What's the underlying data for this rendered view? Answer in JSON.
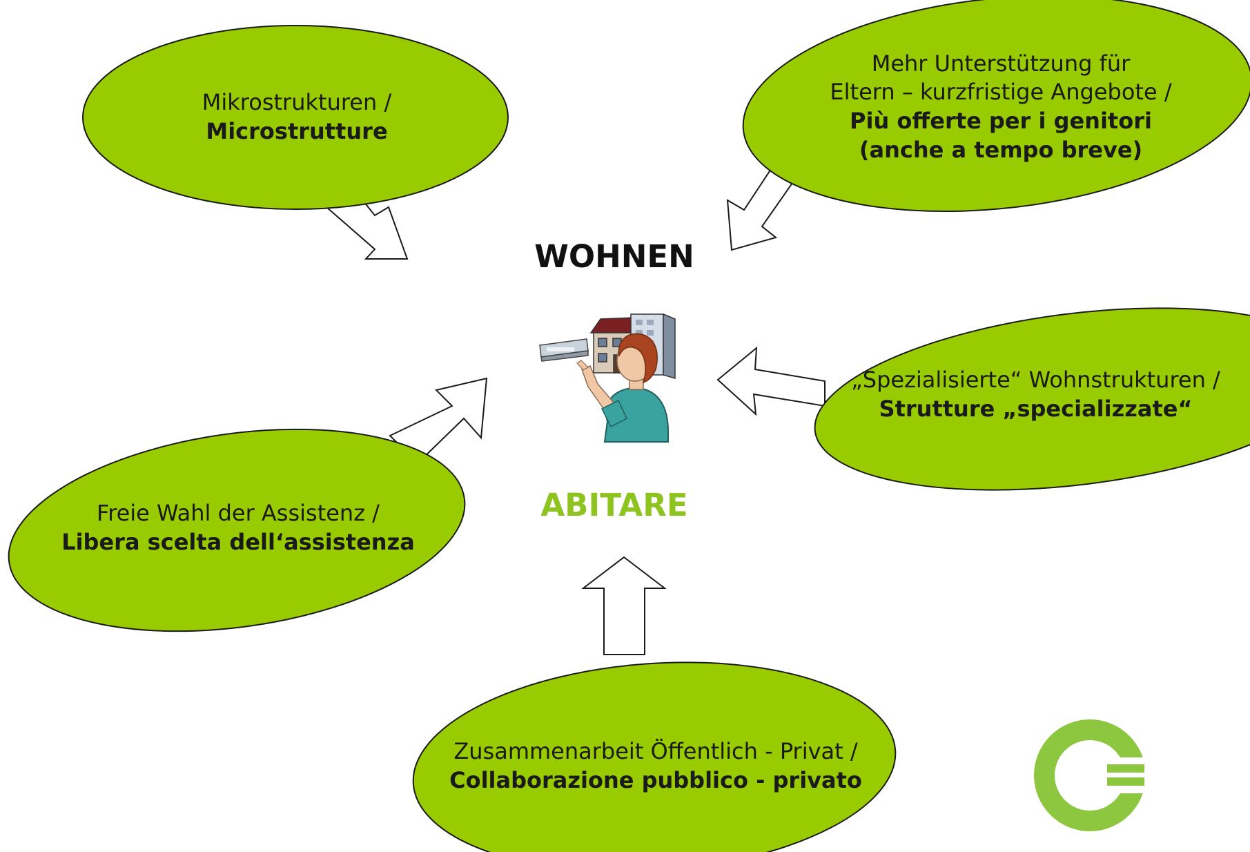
{
  "center": {
    "title_de": "WOHNEN",
    "title_it": "ABITARE",
    "illustration_icon": "person-pointing-at-buildings-icon"
  },
  "bubbles": [
    {
      "id": "mikro",
      "de": "Mikrostrukturen /",
      "it": "Microstrutture"
    },
    {
      "id": "eltern",
      "de": "Mehr Unterstützung für\nEltern – kurzfristige Angebote /",
      "it": "Più offerte per i genitori\n(anche a tempo breve)"
    },
    {
      "id": "spezial",
      "de": "„Spezialisierte“ Wohnstrukturen /",
      "it": "Strutture „specializzate“"
    },
    {
      "id": "assistenz",
      "de": "Freie Wahl der Assistenz /",
      "it": "Libera scelta dell‘assistenza"
    },
    {
      "id": "zusammen",
      "de": "Zusammenarbeit Öffentlich - Privat /",
      "it": "Collaborazione pubblico - privato"
    }
  ],
  "logo": {
    "icon": "green-ring-logo-icon"
  },
  "colors": {
    "bubble_fill": "#99cc00",
    "accent": "#8fc31f",
    "text": "#1a1a1a",
    "arrow_fill": "#ffffff"
  }
}
